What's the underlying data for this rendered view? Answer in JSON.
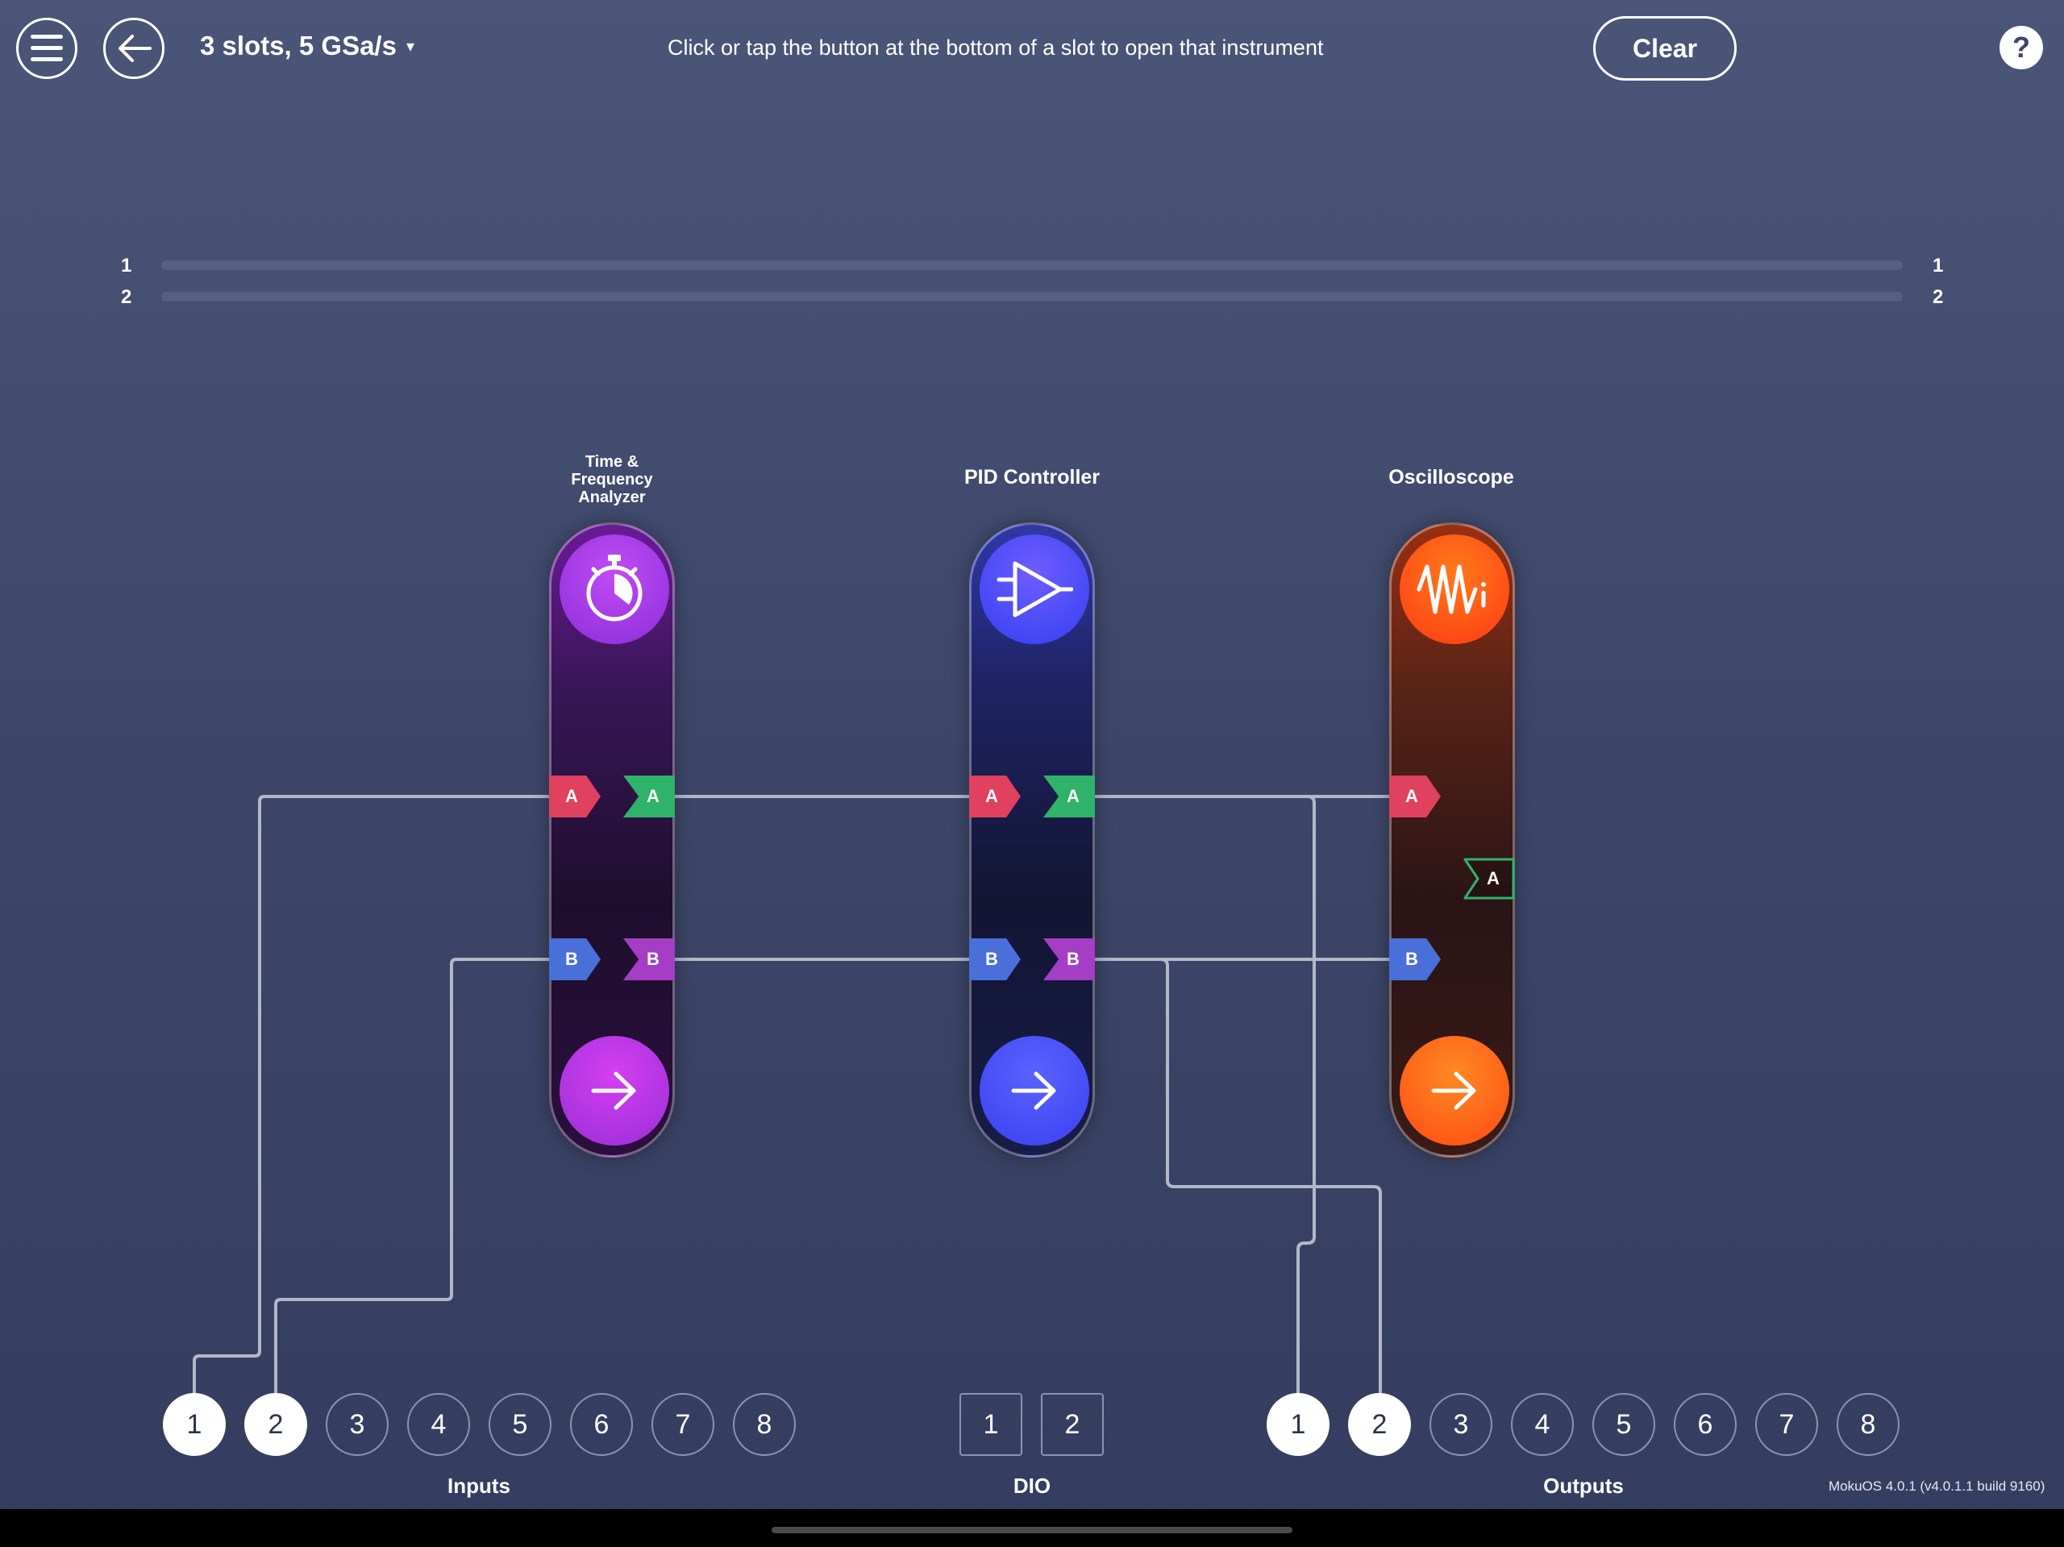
{
  "header": {
    "menu_icon": "hamburger-icon",
    "back_icon": "arrow-left-icon",
    "config_label": "3 slots, 5 GSa/s",
    "config_caret": "▾",
    "hint": "Click or tap the button at the bottom of a slot to open that instrument",
    "clear_label": "Clear",
    "help_label": "?"
  },
  "bus": {
    "lines": [
      {
        "left": "1",
        "right": "1"
      },
      {
        "left": "2",
        "right": "2"
      }
    ]
  },
  "slots": [
    {
      "title": "Time & Frequency Analyzer",
      "title_lines": [
        "Time &",
        "Frequency",
        "Analyzer"
      ],
      "icon": "stopwatch-icon",
      "color": "#9b2fe0",
      "ports": {
        "in_a": "A",
        "out_a": "A",
        "in_b": "B",
        "out_b": "B"
      }
    },
    {
      "title": "PID Controller",
      "icon": "amplifier-icon",
      "color": "#3d45e6",
      "ports": {
        "in_a": "A",
        "out_a": "A",
        "in_b": "B",
        "out_b": "B"
      }
    },
    {
      "title": "Oscilloscope",
      "icon": "waveform-icon",
      "color": "#ff4a14",
      "ports": {
        "in_a": "A",
        "out_a": "A",
        "in_b": "B"
      }
    }
  ],
  "open_icon": "arrow-right-icon",
  "inputs": {
    "label": "Inputs",
    "channels": [
      "1",
      "2",
      "3",
      "4",
      "5",
      "6",
      "7",
      "8"
    ],
    "active": [
      "1",
      "2"
    ]
  },
  "dio": {
    "label": "DIO",
    "channels": [
      "1",
      "2"
    ]
  },
  "outputs": {
    "label": "Outputs",
    "channels": [
      "1",
      "2",
      "3",
      "4",
      "5",
      "6",
      "7",
      "8"
    ],
    "active": [
      "1",
      "2"
    ]
  },
  "version": "MokuOS 4.0.1 (v4.0.1.1 build 9160)"
}
